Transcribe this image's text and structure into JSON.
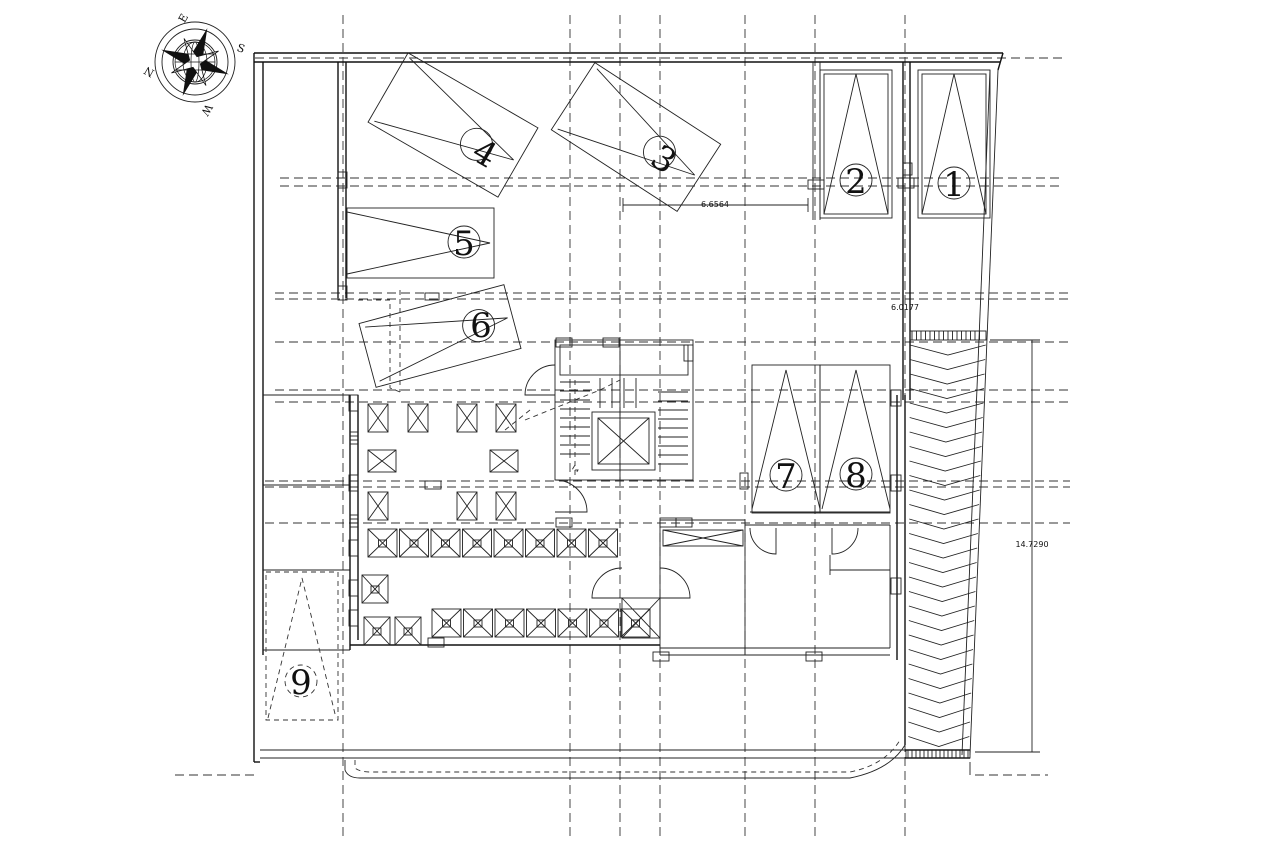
{
  "spots": [
    {
      "number": "1"
    },
    {
      "number": "2"
    },
    {
      "number": "3"
    },
    {
      "number": "4"
    },
    {
      "number": "5"
    },
    {
      "number": "6"
    },
    {
      "number": "7"
    },
    {
      "number": "8"
    },
    {
      "number": "9"
    }
  ],
  "dimensions": {
    "width_top": "6.6564",
    "ramp_width": "6.0177",
    "ramp_length": "14.7290"
  },
  "compass": {
    "letters": [
      "E",
      "S",
      "W",
      "N"
    ]
  }
}
